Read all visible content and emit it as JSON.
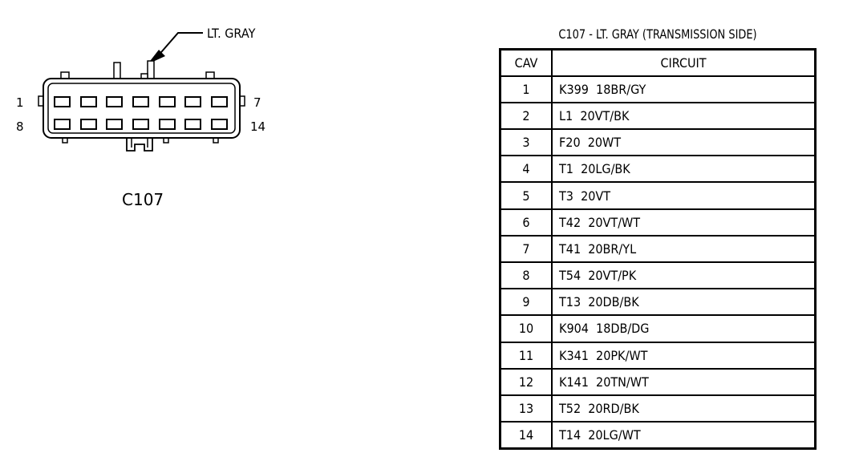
{
  "connector": {
    "color_label": "LT. GRAY",
    "name": "C107",
    "pin_labels": {
      "top_left": "1",
      "top_right": "7",
      "bottom_left": "8",
      "bottom_right": "14"
    }
  },
  "table": {
    "title": "C107 - LT. GRAY (TRANSMISSION SIDE)",
    "headers": {
      "cav": "CAV",
      "circuit": "CIRCUIT"
    },
    "rows": [
      {
        "cav": "1",
        "circuit": "K399  18BR/GY"
      },
      {
        "cav": "2",
        "circuit": "L1  20VT/BK"
      },
      {
        "cav": "3",
        "circuit": "F20  20WT"
      },
      {
        "cav": "4",
        "circuit": "T1  20LG/BK"
      },
      {
        "cav": "5",
        "circuit": "T3  20VT"
      },
      {
        "cav": "6",
        "circuit": "T42  20VT/WT"
      },
      {
        "cav": "7",
        "circuit": "T41  20BR/YL"
      },
      {
        "cav": "8",
        "circuit": "T54  20VT/PK"
      },
      {
        "cav": "9",
        "circuit": "T13  20DB/BK"
      },
      {
        "cav": "10",
        "circuit": "K904  18DB/DG"
      },
      {
        "cav": "11",
        "circuit": "K341  20PK/WT"
      },
      {
        "cav": "12",
        "circuit": "K141  20TN/WT"
      },
      {
        "cav": "13",
        "circuit": "T52  20RD/BK"
      },
      {
        "cav": "14",
        "circuit": "T14  20LG/WT"
      }
    ]
  }
}
